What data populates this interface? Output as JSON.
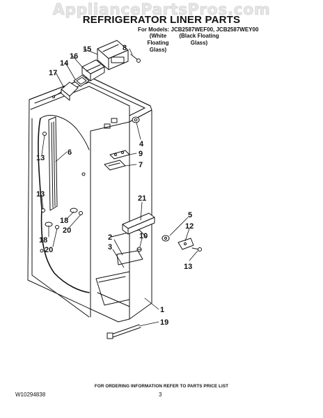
{
  "watermark": "AppliancePartsPros.com",
  "title": "REFRIGERATOR LINER PARTS",
  "models_line": "For Models: JCB2587WEF00, JCB2587WEY00",
  "variants": [
    {
      "line1": "(White Floating",
      "line2": "Glass)"
    },
    {
      "line1": "(Black Floating",
      "line2": "Glass)"
    }
  ],
  "callouts": [
    "15",
    "8",
    "16",
    "14",
    "17",
    "6",
    "13",
    "4",
    "9",
    "7",
    "13",
    "18",
    "20",
    "18",
    "20",
    "21",
    "5",
    "12",
    "10",
    "2",
    "3",
    "13",
    "1",
    "19"
  ],
  "footer_note": "FOR ORDERING INFORMATION REFER TO PARTS PRICE LIST",
  "doc_number": "W10294838",
  "page_number": "3"
}
